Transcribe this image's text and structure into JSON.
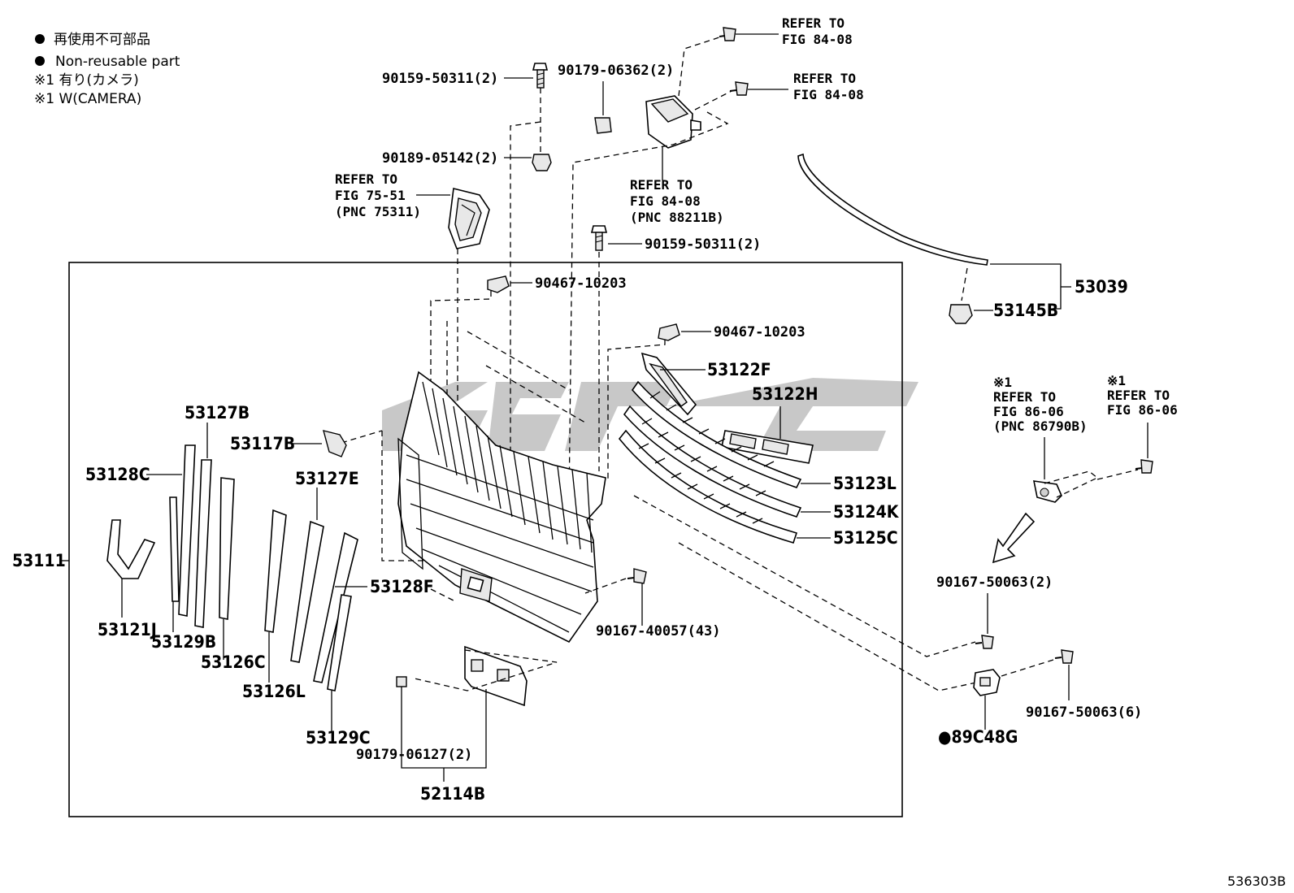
{
  "legend": {
    "nonreusable_jp": "再使用不可部品",
    "nonreusable_en": "Non-reusable part",
    "note1_jp": "※1 有り(カメラ)",
    "note1_en": "※1 W(CAMERA)"
  },
  "figure_id": "536303B",
  "references": {
    "fig_84_08_a": [
      "REFER TO",
      "FIG 84-08"
    ],
    "fig_84_08_b": [
      "REFER TO",
      "FIG 84-08"
    ],
    "fig_84_08_c": [
      "REFER TO",
      "FIG 84-08",
      "(PNC 88211B)"
    ],
    "fig_75_51": [
      "REFER TO",
      "FIG 75-51",
      "(PNC 75311)"
    ],
    "fig_86_06_a": [
      "※1",
      "REFER TO",
      "FIG 86-06",
      "(PNC 86790B)"
    ],
    "fig_86_06_b": [
      "※1",
      "REFER TO",
      "FIG 86-06"
    ]
  },
  "parts": {
    "p90159_50311_top": "90159-50311(2)",
    "p90179_06362": "90179-06362(2)",
    "p90189_05142": "90189-05142(2)",
    "p90159_50311_mid": "90159-50311(2)",
    "p90467_10203_a": "90467-10203",
    "p90467_10203_b": "90467-10203",
    "p53039": "53039",
    "p53145B": "53145B",
    "p53122F": "53122F",
    "p53122H": "53122H",
    "p53127B": "53127B",
    "p53117B": "53117B",
    "p53128C": "53128C",
    "p53127E": "53127E",
    "p53111": "53111",
    "p53123L": "53123L",
    "p53124K": "53124K",
    "p53125C": "53125C",
    "p53128F": "53128F",
    "p53121J": "53121J",
    "p53129B": "53129B",
    "p53126C": "53126C",
    "p53126L": "53126L",
    "p53129C": "53129C",
    "p90167_40057": "90167-40057(43)",
    "p90167_50063_a": "90167-50063(2)",
    "p90167_50063_b": "90167-50063(6)",
    "p89C48G": "●89C48G",
    "p90179_06127": "90179-06127(2)",
    "p52114B": "52114B"
  }
}
